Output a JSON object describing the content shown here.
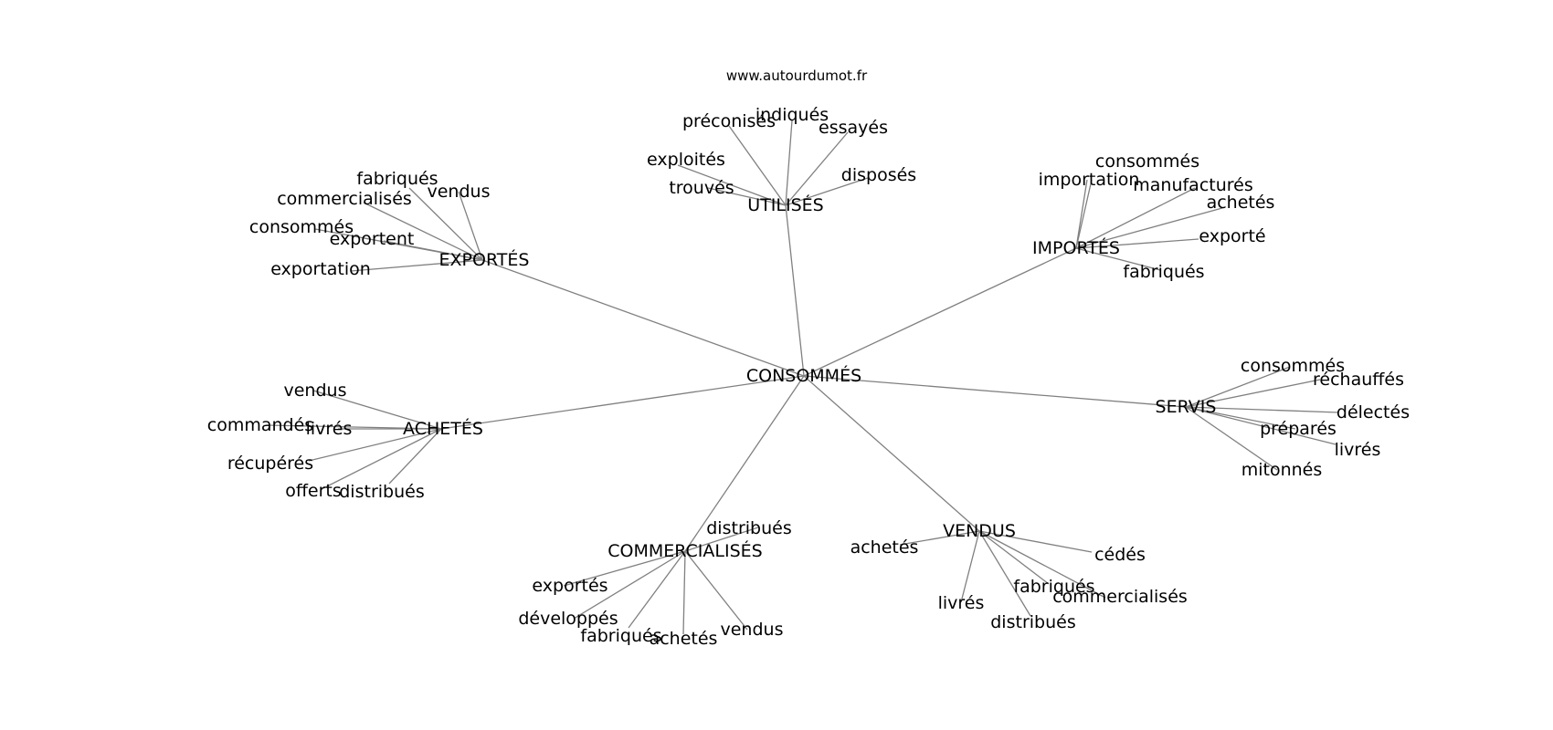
{
  "watermark": "www.autourdumot.fr",
  "center": "CONSOMMÉS",
  "clusters": [
    {
      "label": "UTILISÉS",
      "words": [
        "préconisés",
        "indiqués",
        "essayés",
        "exploités",
        "trouvés",
        "disposés"
      ]
    },
    {
      "label": "EXPORTÉS",
      "words": [
        "fabriqués",
        "commercialisés",
        "vendus",
        "consommés",
        "exportent",
        "exportation"
      ]
    },
    {
      "label": "IMPORTÉS",
      "words": [
        "consommés",
        "importation",
        "manufacturés",
        "achetés",
        "exporté",
        "fabriqués"
      ]
    },
    {
      "label": "SERVIS",
      "words": [
        "consommés",
        "réchauffés",
        "délectés",
        "préparés",
        "livrés",
        "mitonnés"
      ]
    },
    {
      "label": "ACHETÉS",
      "words": [
        "vendus",
        "commandés",
        "livrés",
        "récupérés",
        "offerts",
        "distribués"
      ]
    },
    {
      "label": "COMMERCIALISÉS",
      "words": [
        "distribués",
        "exportés",
        "développés",
        "fabriqués",
        "achetés",
        "vendus"
      ]
    },
    {
      "label": "VENDUS",
      "words": [
        "achetés",
        "cédés",
        "fabriqués",
        "commercialisés",
        "livrés",
        "distribués"
      ]
    }
  ]
}
